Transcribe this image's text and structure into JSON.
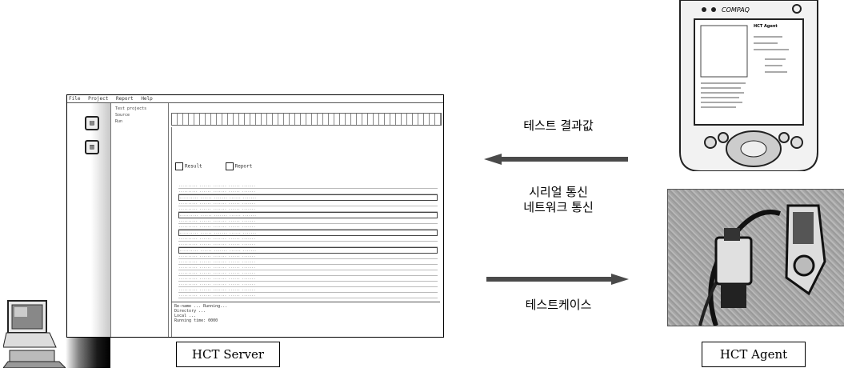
{
  "server": {
    "label": "HCT Server",
    "menu": [
      "File",
      "Project",
      "Report",
      "Help"
    ],
    "tree": [
      "Test projects",
      "Source",
      "Run"
    ],
    "options": [
      "Result",
      "Report"
    ],
    "log": [
      "Re-name  ...  Running...",
      "Directory ...",
      "Local ...",
      "Running time: 0000"
    ]
  },
  "agent": {
    "label": "HCT Agent"
  },
  "pda": {
    "brand": "COMPAQ",
    "screen_title": "HCT Agent"
  },
  "flows": {
    "result": "테스트 결과값",
    "serial": "시리얼 통신",
    "network": "네트워크 통신",
    "testcase": "테스트케이스"
  },
  "colors": {
    "arrow": "#4a4a4a",
    "frame": "#000000",
    "photo": "#a8a8a8"
  }
}
